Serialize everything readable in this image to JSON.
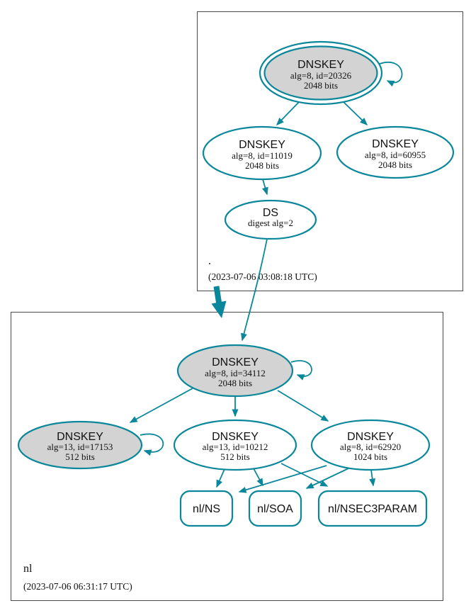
{
  "diagram": {
    "type": "dnssec-authentication-chain-graph",
    "accent_color": "#0a879a",
    "signing_key_fill": "#d3d3d3",
    "node_fill": "#ffffff",
    "zone_border_color": "#4a4a4a"
  },
  "root_zone": {
    "label": ".",
    "timestamp": "(2023-07-06 03:08:18 UTC)",
    "ksk_20326": {
      "title": "DNSKEY",
      "alg": "alg=8, id=20326",
      "bits": "2048 bits"
    },
    "zsk_11019": {
      "title": "DNSKEY",
      "alg": "alg=8, id=11019",
      "bits": "2048 bits"
    },
    "zsk_60955": {
      "title": "DNSKEY",
      "alg": "alg=8, id=60955",
      "bits": "2048 bits"
    },
    "ds": {
      "title": "DS",
      "digest": "digest alg=2"
    }
  },
  "nl_zone": {
    "label": "nl",
    "timestamp": "(2023-07-06 06:31:17 UTC)",
    "ksk_34112": {
      "title": "DNSKEY",
      "alg": "alg=8, id=34112",
      "bits": "2048 bits"
    },
    "key_17153": {
      "title": "DNSKEY",
      "alg": "alg=13, id=17153",
      "bits": "512 bits"
    },
    "key_10212": {
      "title": "DNSKEY",
      "alg": "alg=13, id=10212",
      "bits": "512 bits"
    },
    "key_62920": {
      "title": "DNSKEY",
      "alg": "alg=8, id=62920",
      "bits": "1024 bits"
    },
    "rrset_ns": {
      "label": "nl/NS"
    },
    "rrset_soa": {
      "label": "nl/SOA"
    },
    "rrset_nsec3param": {
      "label": "nl/NSEC3PARAM"
    }
  }
}
